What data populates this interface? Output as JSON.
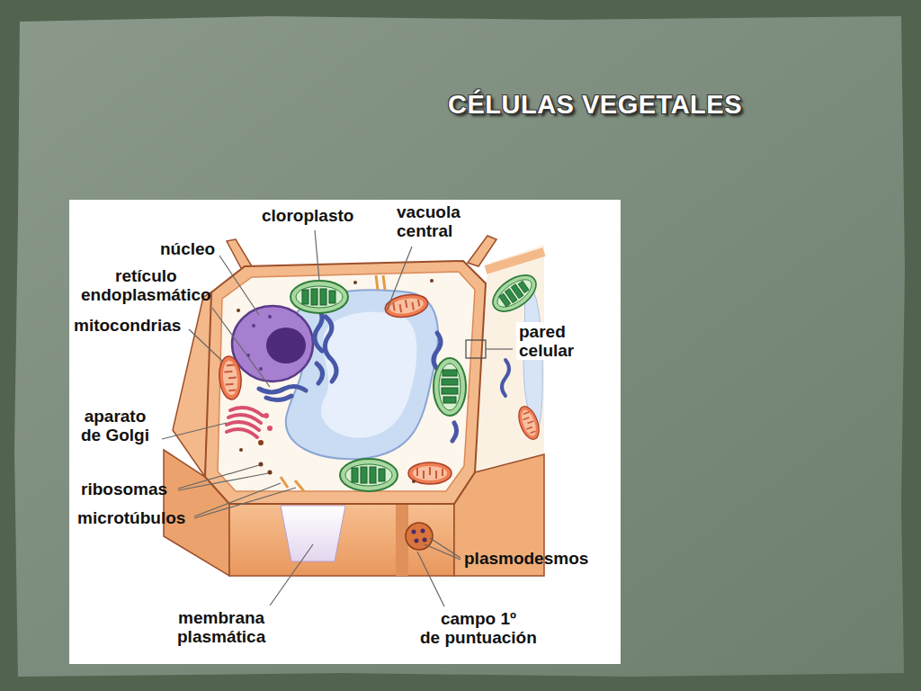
{
  "diagram": {
    "title": "CÉLULAS VEGETALES",
    "labels": [
      "cloroplasto",
      "vacuola central",
      "núcleo",
      "retículo endoplasmático",
      "mitocondrias",
      "pared celular",
      "aparato de Golgi",
      "ribosomas",
      "microtúbulos",
      "plasmodesmos",
      "membrana plasmática",
      "campo 1º de puntuación"
    ]
  }
}
